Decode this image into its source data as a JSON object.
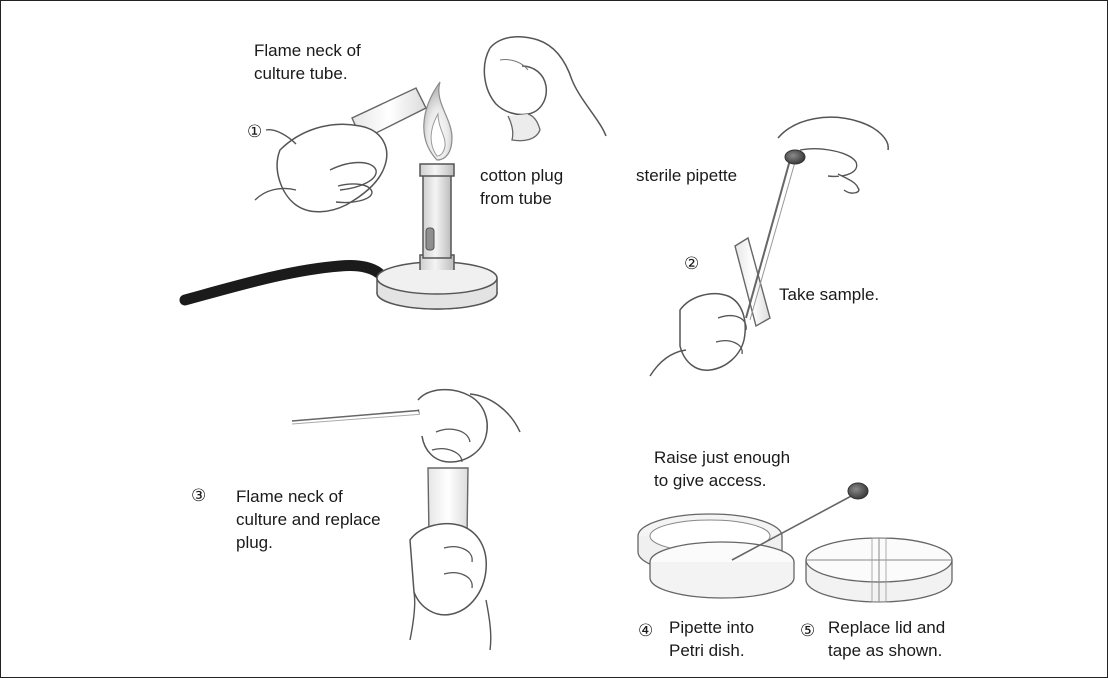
{
  "steps": {
    "s1": {
      "number": "①",
      "text_l1": "Flame neck of",
      "text_l2": "culture tube."
    },
    "plug": {
      "text_l1": "cotton plug",
      "text_l2": "from tube"
    },
    "s2": {
      "number": "②",
      "pipette_label": "sterile pipette",
      "text": "Take sample."
    },
    "s3": {
      "number": "③",
      "text_l1": "Flame neck of",
      "text_l2": "culture and replace",
      "text_l3": "plug."
    },
    "raise": {
      "text_l1": "Raise just enough",
      "text_l2": "to give access."
    },
    "s4": {
      "number": "④",
      "text_l1": "Pipette into",
      "text_l2": "Petri dish."
    },
    "s5": {
      "number": "⑤",
      "text_l1": "Replace lid and",
      "text_l2": "tape as shown."
    }
  }
}
